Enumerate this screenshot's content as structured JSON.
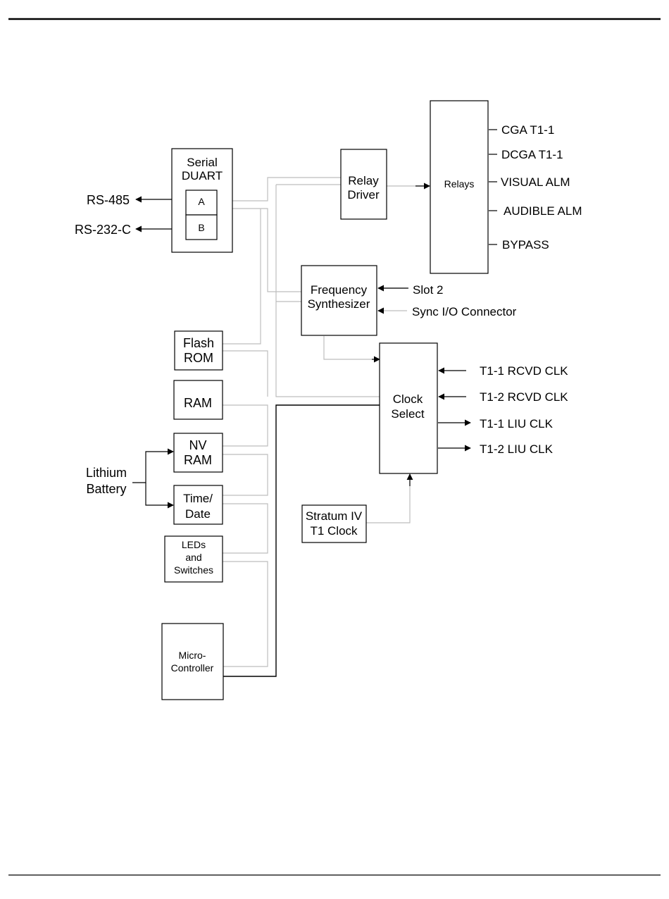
{
  "blocks": {
    "serial_duart": [
      "Serial",
      "DUART"
    ],
    "port_a": "A",
    "port_b": "B",
    "relay_driver": [
      "Relay",
      "Driver"
    ],
    "relays": "Relays",
    "freq_synth": [
      "Frequency",
      "Synthesizer"
    ],
    "flash_rom": [
      "Flash",
      "ROM"
    ],
    "ram": "RAM",
    "nv_ram": [
      "NV",
      "RAM"
    ],
    "time_date": [
      "Time/",
      "Date"
    ],
    "leds_switches": [
      "LEDs",
      "and",
      "Switches"
    ],
    "micro_controller": [
      "Micro-",
      "Controller"
    ],
    "clock_select": [
      "Clock",
      "Select"
    ],
    "stratum": [
      "Stratum IV",
      "T1 Clock"
    ]
  },
  "external": {
    "rs485": "RS-485",
    "rs232": "RS-232-C",
    "lithium_battery": [
      "Lithium",
      "Battery"
    ],
    "slot2": "Slot 2",
    "sync_io": "Sync I/O Connector"
  },
  "relay_outputs": [
    "CGA T1-1",
    "DCGA T1-1",
    "VISUAL ALM",
    "AUDIBLE ALM",
    "BYPASS"
  ],
  "clock_signals": [
    "T1-1 RCVD CLK",
    "T1-2 RCVD CLK",
    "T1-1 LIU CLK",
    "T1-2 LIU CLK"
  ]
}
